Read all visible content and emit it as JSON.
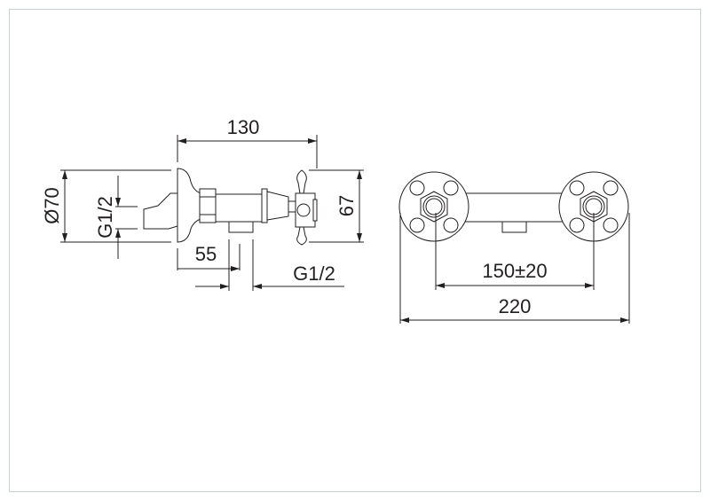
{
  "side_view": {
    "overall_length": "130",
    "flange_diameter": "Ø70",
    "inlet_thread": "G1/2",
    "handle_height": "67",
    "outlet_offset": "55",
    "outlet_thread": "G1/2"
  },
  "front_view": {
    "centre_distance": "150±20",
    "overall_width": "220"
  },
  "colors": {
    "line": "#231f20",
    "frame": "#c8d0d8"
  }
}
